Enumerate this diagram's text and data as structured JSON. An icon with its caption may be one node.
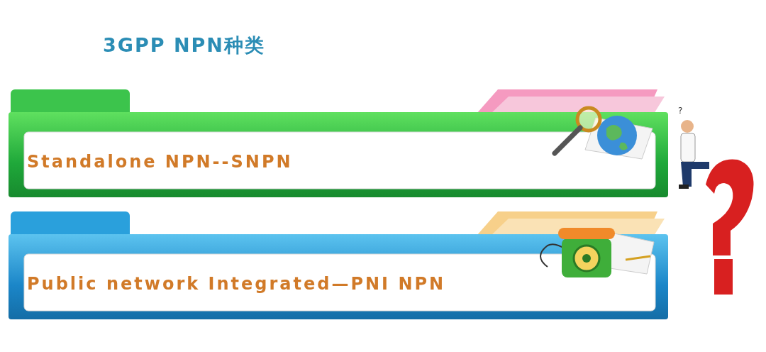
{
  "diagram": {
    "title": "3GPP NPN种类",
    "nodes": [
      {
        "text": [
          "Standalone NPN--SNPN"
        ]
      },
      {
        "text": [
          "Public network Integrated—PNI NPN"
        ]
      }
    ],
    "labels": [
      "?"
    ]
  }
}
